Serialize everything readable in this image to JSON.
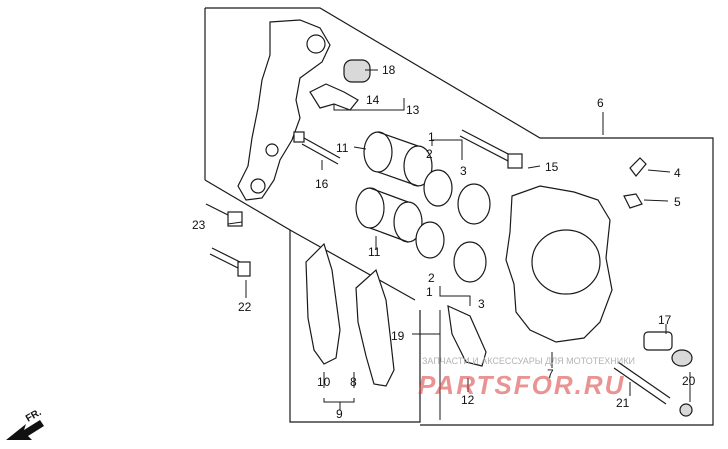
{
  "diagram": {
    "callouts": [
      "1",
      "2",
      "3",
      "1",
      "2",
      "3",
      "4",
      "5",
      "6",
      "7",
      "8",
      "9",
      "10",
      "11",
      "11",
      "12",
      "13",
      "14",
      "15",
      "16",
      "17",
      "18",
      "19",
      "20",
      "21",
      "22",
      "23"
    ],
    "direction_label": "FR.",
    "watermark": {
      "caption": "ЗАПЧАСТИ И АКСЕССУАРЫ ДЛЯ МОТОТЕХНИКИ",
      "logo": "PARTSFOR.RU",
      "logo_color": "#d93a3a"
    },
    "colors": {
      "line": "#1a1a1a",
      "background": "#ffffff"
    }
  }
}
